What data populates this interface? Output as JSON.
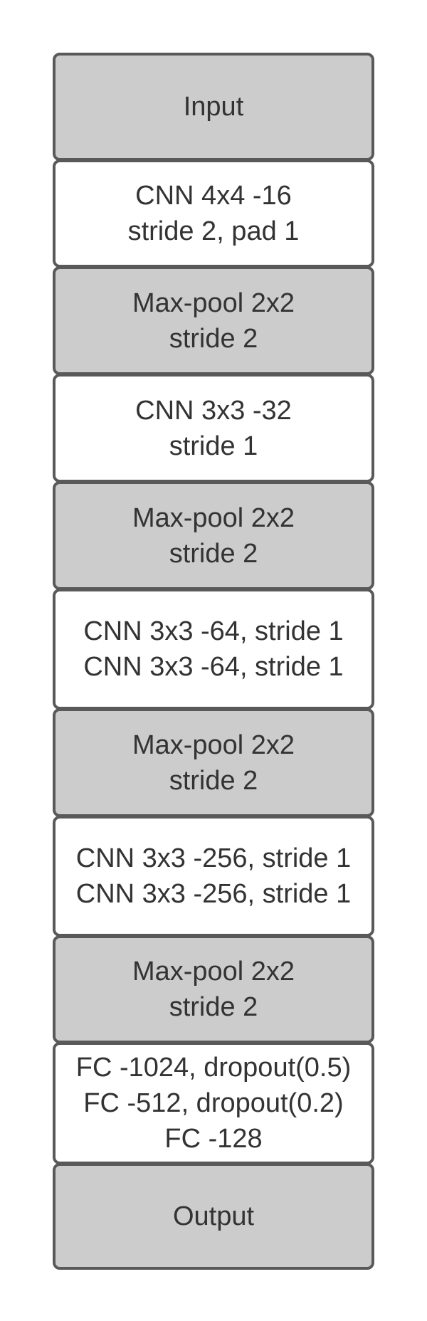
{
  "diagram": {
    "layers": [
      {
        "fill": "#cccccc",
        "lines": [
          "Input"
        ]
      },
      {
        "fill": "#ffffff",
        "lines": [
          "CNN 4x4 -16",
          "stride 2, pad 1"
        ]
      },
      {
        "fill": "#cccccc",
        "lines": [
          "Max-pool 2x2",
          "stride 2"
        ]
      },
      {
        "fill": "#ffffff",
        "lines": [
          "CNN 3x3 -32",
          "stride 1"
        ]
      },
      {
        "fill": "#cccccc",
        "lines": [
          "Max-pool 2x2",
          "stride 2"
        ]
      },
      {
        "fill": "#ffffff",
        "lines": [
          "CNN 3x3 -64, stride 1",
          "CNN 3x3 -64, stride 1"
        ]
      },
      {
        "fill": "#cccccc",
        "lines": [
          "Max-pool 2x2",
          "stride 2"
        ]
      },
      {
        "fill": "#ffffff",
        "lines": [
          "CNN 3x3 -256, stride 1",
          "CNN 3x3 -256, stride 1"
        ]
      },
      {
        "fill": "#cccccc",
        "lines": [
          "Max-pool 2x2",
          "stride 2"
        ]
      },
      {
        "fill": "#ffffff",
        "lines": [
          "FC -1024, dropout(0.5)",
          "FC -512, dropout(0.2)",
          "FC -128"
        ]
      },
      {
        "fill": "#cccccc",
        "lines": [
          "Output"
        ]
      }
    ],
    "colors": {
      "border": "#595959",
      "text": "#333333",
      "gray_fill": "#cccccc",
      "white_fill": "#ffffff"
    }
  }
}
